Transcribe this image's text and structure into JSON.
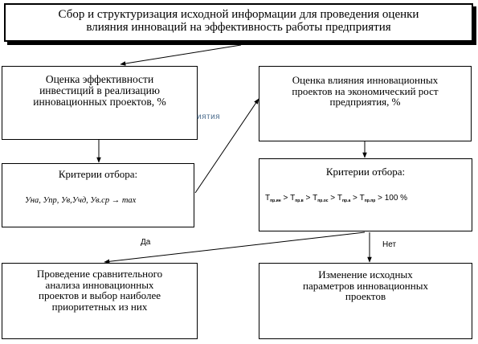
{
  "title_box": "Сбор и структуризация исходной информации для проведения оценки\nвлияния инноваций на эффективность работы предприятия",
  "box_invest": "Оценка эффективности\nинвестиций в реализацию\nинновационных проектов, %",
  "box_growth": "Оценка влияния инновационных\nпроектов на экономический рост\nпредприятия, %",
  "criteria_left": {
    "heading": "Критерии отбора:",
    "formula": "Уна, Упр, Ув,Учд, Ув.ср → max"
  },
  "criteria_right": {
    "heading": "Критерии отбора:",
    "t": "Т",
    "subs": [
      "пр.ин",
      "пр.в",
      "пр.ос",
      "пр.а",
      "пр.пр"
    ],
    "gt": ">",
    "tail": "> 100 %"
  },
  "box_compare": "Проведение сравнительного\nанализа инновационных\nпроектов и выбор наиболее\nприоритетных из них",
  "box_change": "Изменение исходных\nпараметров инновационных\nпроектов",
  "label_yes": "Да",
  "label_no": "Нет",
  "ghost_text": "иятия"
}
